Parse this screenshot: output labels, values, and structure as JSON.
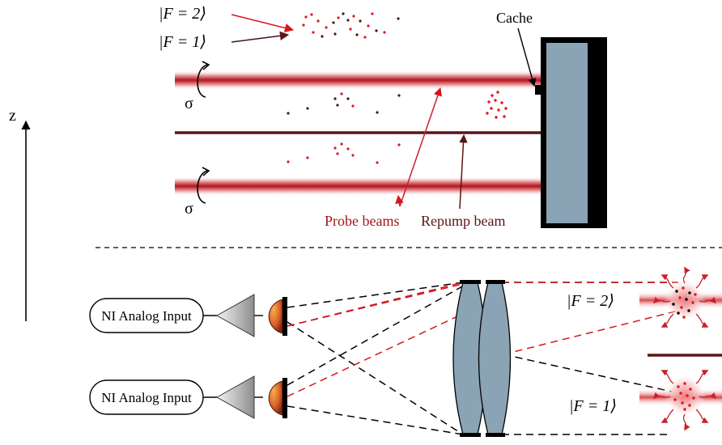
{
  "labels": {
    "cache": "Cache",
    "z_axis": "z",
    "sigma_upper": "σ",
    "sigma_lower": "σ",
    "probe_beams": "Probe beams",
    "repump_beam": "Repump beam",
    "state_f2_top": "|F = 2⟩",
    "state_f1_top": "|F = 1⟩",
    "state_f2_detect": "|F = 2⟩",
    "state_f1_detect": "|F = 1⟩",
    "ni_input_1": "NI Analog Input",
    "ni_input_2": "NI Analog Input"
  },
  "colors": {
    "probe_red": "#c8202a",
    "probe_label": "#a4161a",
    "repump_dark": "#5a1616",
    "cache_fill": "#8aa3b5",
    "lens_fill": "#8aa3b5",
    "f2_dot": "#e0161d",
    "f1_dot": "#4a1414"
  },
  "icons": {
    "photodiode": "photodiode-icon",
    "amplifier": "amplifier-triangle-icon",
    "lens": "lens-icon",
    "fluorescence": "fluorescence-wavy-arrow-icon"
  }
}
